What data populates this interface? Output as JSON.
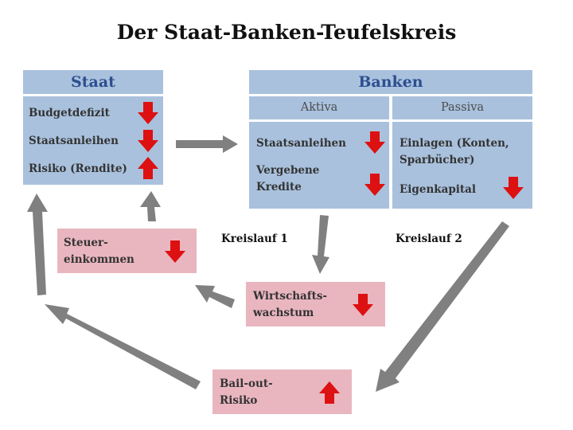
{
  "title": "Der Staat-Banken-Teufelskreis",
  "staat": {
    "header": "Staat",
    "items": [
      {
        "label": "Budgetdefizit",
        "trend": "down"
      },
      {
        "label": "Staatsanleihen",
        "trend": "down"
      },
      {
        "label": "Risiko (Rendite)",
        "trend": "up"
      }
    ]
  },
  "banken": {
    "header": "Banken",
    "aktiva": {
      "header": "Aktiva",
      "items": [
        {
          "label": "Staatsanleihen",
          "trend": "down"
        },
        {
          "label": "Vergebene Kredite",
          "trend": "down"
        }
      ]
    },
    "passiva": {
      "header": "Passiva",
      "items": [
        {
          "label": "Einlagen (Konten, Sparbücher)"
        },
        {
          "label": "Eigenkapital",
          "trend": "down"
        }
      ]
    }
  },
  "steuereinkommen": {
    "label": "Steuer-einkommen",
    "trend": "down"
  },
  "wirtschaftswachstum": {
    "label": "Wirtschafts-wachstum",
    "trend": "down"
  },
  "bailout": {
    "label": "Bail-out-Risiko",
    "trend": "up"
  },
  "loops": {
    "loop1": "Kreislauf 1",
    "loop2": "Kreislauf 2"
  },
  "colors": {
    "box_blue": "#a9c1dd",
    "box_pink": "#e9b6c0",
    "header_text": "#2d4f8f",
    "arrow_gray": "#808080",
    "trend_red": "#dd1111"
  }
}
